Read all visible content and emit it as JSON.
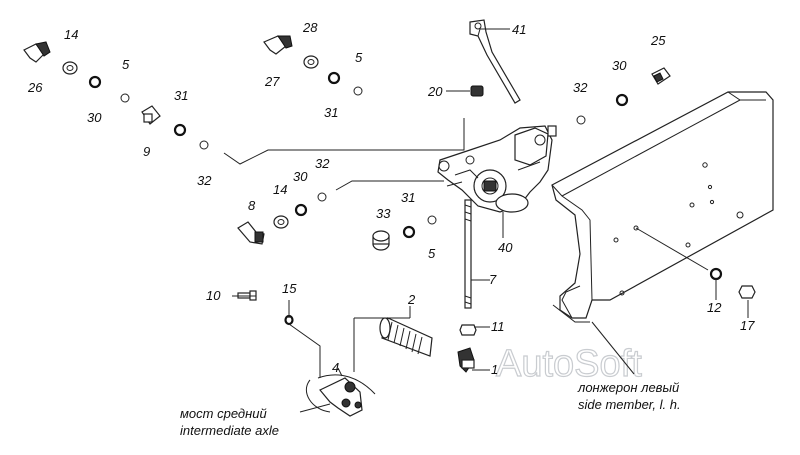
{
  "labels": [
    {
      "id": "1",
      "text": "1"
    },
    {
      "id": "2",
      "text": "2"
    },
    {
      "id": "4",
      "text": "4"
    },
    {
      "id": "5a",
      "text": "5"
    },
    {
      "id": "5b",
      "text": "5"
    },
    {
      "id": "5c",
      "text": "5"
    },
    {
      "id": "7",
      "text": "7"
    },
    {
      "id": "8",
      "text": "8"
    },
    {
      "id": "9",
      "text": "9"
    },
    {
      "id": "10",
      "text": "10"
    },
    {
      "id": "11",
      "text": "11"
    },
    {
      "id": "12",
      "text": "12"
    },
    {
      "id": "14a",
      "text": "14"
    },
    {
      "id": "14b",
      "text": "14"
    },
    {
      "id": "15",
      "text": "15"
    },
    {
      "id": "17",
      "text": "17"
    },
    {
      "id": "20",
      "text": "20"
    },
    {
      "id": "25",
      "text": "25"
    },
    {
      "id": "26",
      "text": "26"
    },
    {
      "id": "27",
      "text": "27"
    },
    {
      "id": "28",
      "text": "28"
    },
    {
      "id": "30a",
      "text": "30"
    },
    {
      "id": "30b",
      "text": "30"
    },
    {
      "id": "30c",
      "text": "30"
    },
    {
      "id": "31a",
      "text": "31"
    },
    {
      "id": "31b",
      "text": "31"
    },
    {
      "id": "31c",
      "text": "31"
    },
    {
      "id": "32a",
      "text": "32"
    },
    {
      "id": "32b",
      "text": "32"
    },
    {
      "id": "32c",
      "text": "32"
    },
    {
      "id": "33",
      "text": "33"
    },
    {
      "id": "40",
      "text": "40"
    },
    {
      "id": "41",
      "text": "41"
    }
  ],
  "captions": {
    "axle_ru": "мост средний",
    "axle_en": "intermediate axle",
    "member_ru": "лонжерон левый",
    "member_en": "side member, l. h."
  },
  "watermark": "AutoSoft"
}
